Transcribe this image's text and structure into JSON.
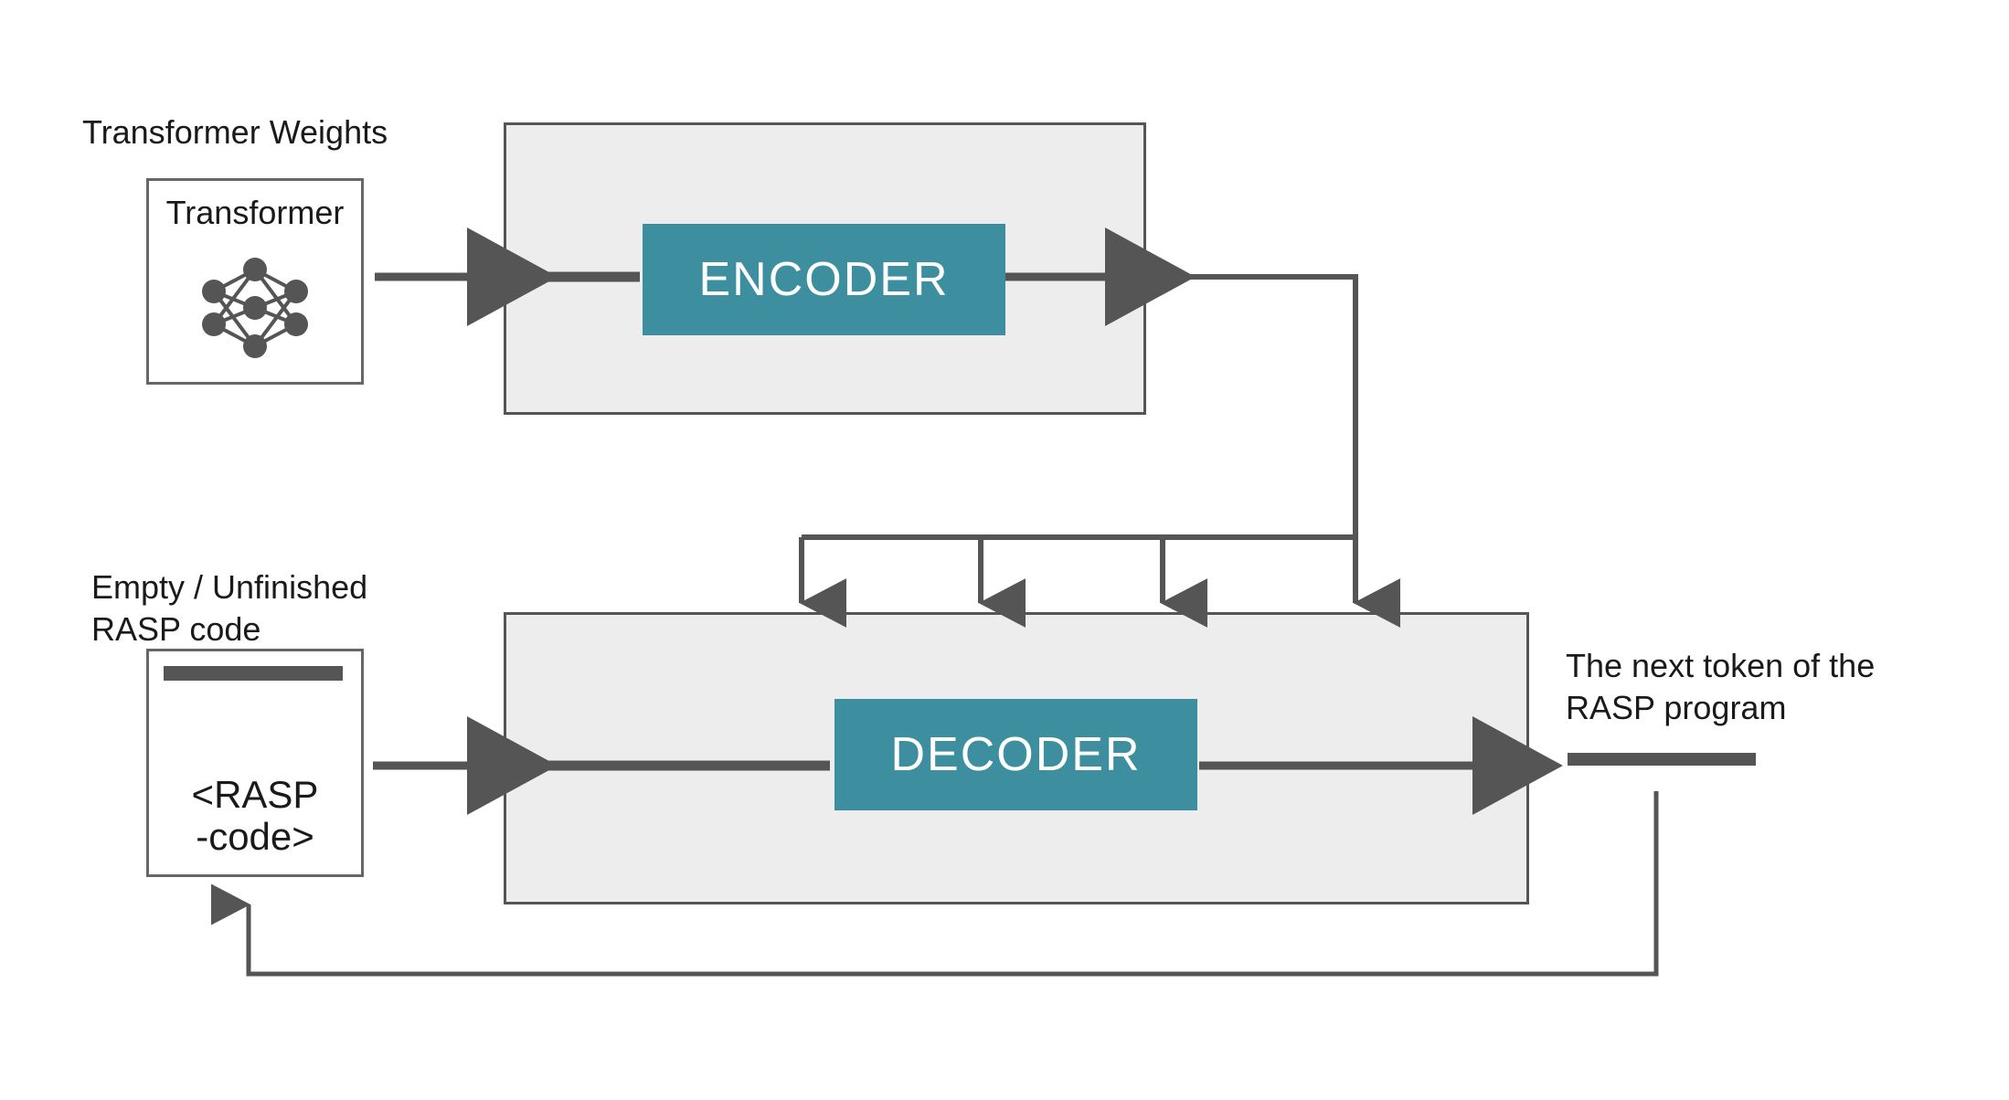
{
  "diagram": {
    "title": "Transformer compiled to RASP code via encoder-decoder",
    "background": "#ffffff",
    "accent_color": "#3d8fa0",
    "panel_color": "#ededed",
    "line_color": "#555555"
  },
  "labels": {
    "transformer_weights": "Transformer Weights",
    "empty_rasp_code": "Empty / Unfinished\nRASP code",
    "next_token": "The next token of the\nRASP program"
  },
  "boxes": {
    "transformer": {
      "title": "Transformer",
      "icon": "neural-network-icon"
    },
    "rasp_code": {
      "text": "<RASP\n-code>",
      "bar": "code-bar"
    }
  },
  "blocks": {
    "encoder": "ENCODER",
    "decoder": "DECODER"
  },
  "connections": {
    "weights_to_encoder": "arrow-right",
    "encoder_out": "arrow-right",
    "encoder_to_decoder_bus": "cross-attention-bus",
    "bus_arrow_count": 4,
    "rasp_to_decoder": "arrow-right",
    "decoder_out": "arrow-right",
    "feedback_loop": "arrow-up"
  }
}
